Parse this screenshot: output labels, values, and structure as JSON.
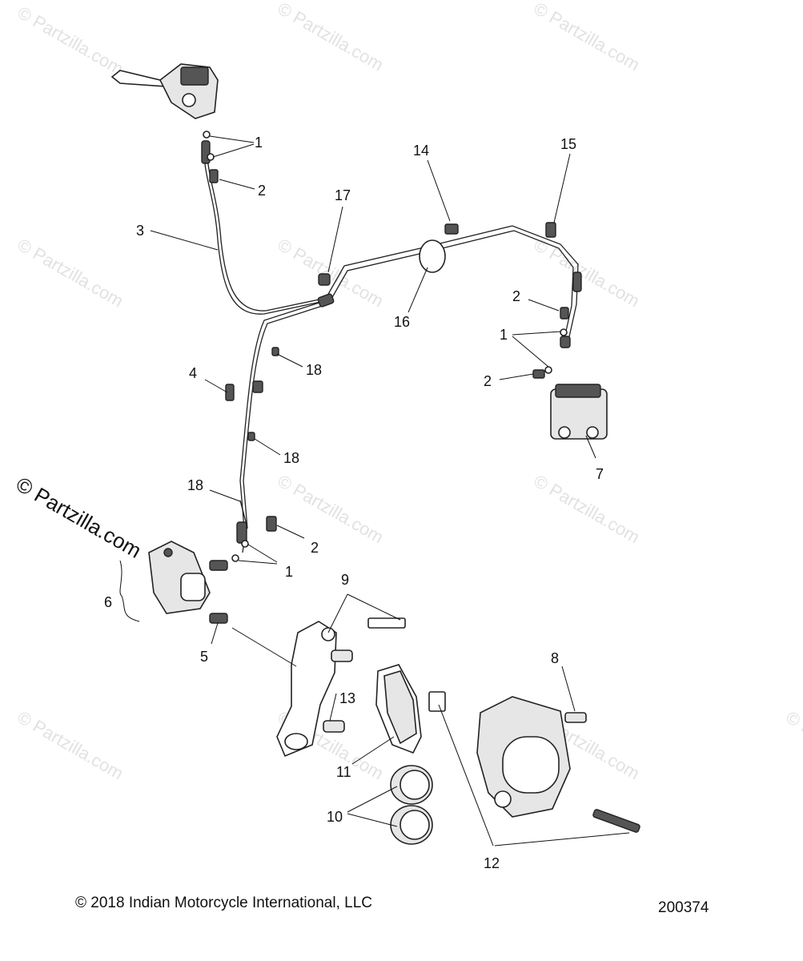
{
  "watermark": {
    "text": "© Partzilla.com"
  },
  "callouts": {
    "c1a": "1",
    "c1b": "1",
    "c1c": "1",
    "c2a": "2",
    "c2b": "2",
    "c2c": "2",
    "c2d": "2",
    "c3": "3",
    "c4": "4",
    "c5": "5",
    "c6": "6",
    "c7": "7",
    "c8": "8",
    "c9": "9",
    "c10": "10",
    "c11": "11",
    "c12": "12",
    "c13": "13",
    "c14": "14",
    "c15": "15",
    "c16": "16",
    "c17": "17",
    "c18a": "18",
    "c18b": "18",
    "c18c": "18"
  },
  "footer": {
    "copyright": "© 2018 Indian Motorcycle International, LLC",
    "diagram_number": "200374"
  }
}
